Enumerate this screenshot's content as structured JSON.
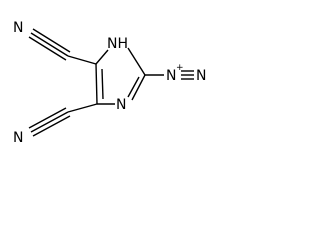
{
  "molecule": {
    "atoms": {
      "nitrile_top": "N",
      "nitrile_bottom": "N",
      "ring_nh": "NH",
      "ring_n": "N",
      "diazo_n1": "N",
      "diazo_n2": "N",
      "diazo_charge": "+"
    }
  }
}
